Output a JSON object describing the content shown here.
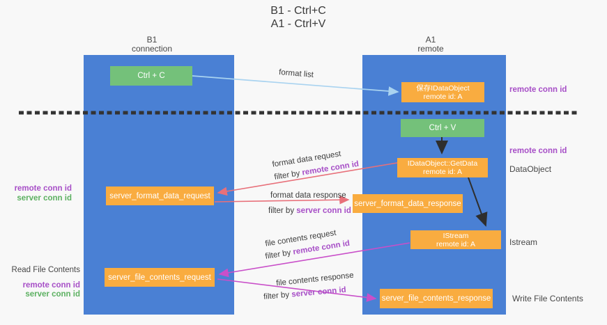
{
  "title": {
    "line1": "B1 - Ctrl+C",
    "line2": "A1 - Ctrl+V"
  },
  "lanes": {
    "left": {
      "title": "B1",
      "subtitle": "connection"
    },
    "right": {
      "title": "A1",
      "subtitle": "remote"
    }
  },
  "nodes": {
    "ctrl_c": {
      "label": "Ctrl + C"
    },
    "ctrl_v": {
      "label": "Ctrl + V"
    },
    "save_idataobject": {
      "line1": "保存IDataObject",
      "line2": "remote id: A"
    },
    "idataobject_getdata": {
      "line1": "IDataObject::GetData",
      "line2": "remote id: A"
    },
    "istream": {
      "line1": "IStream",
      "line2": "remote id: A"
    },
    "server_format_data_request": {
      "label": "server_format_data_request"
    },
    "server_format_data_response": {
      "label": "server_format_data_response"
    },
    "server_file_contents_request": {
      "label": "server_file_contents_request"
    },
    "server_file_contents_response": {
      "label": "server_file_contents_response"
    }
  },
  "arrows": {
    "format_list": {
      "label": "format list"
    },
    "format_data_request": {
      "label": "format data request",
      "filter_prefix": "filter by",
      "filter_key": "remote conn id"
    },
    "format_data_response": {
      "label": "format data response",
      "filter_prefix": "filter by",
      "filter_key": "server conn id"
    },
    "file_contents_request": {
      "label": "file contents request",
      "filter_prefix": "filter by",
      "filter_key": "remote conn id"
    },
    "file_contents_response": {
      "label": "file contents response",
      "filter_prefix": "filter by",
      "filter_key": "server conn id"
    }
  },
  "side_labels": {
    "left_format": {
      "remote": "remote conn id",
      "server": "server conn id"
    },
    "left_file": {
      "title": "Read File Contents",
      "remote": "remote conn id",
      "server": "server conn id"
    },
    "right": {
      "remote_conn_id_top": "remote conn id",
      "remote_conn_id_mid": "remote conn id",
      "dataobject": "DataObject",
      "istream": "Istream",
      "write_file_contents": "Write File Contents"
    }
  },
  "colors": {
    "lane_blue": "#4a80d4",
    "node_green": "#74c17a",
    "node_orange": "#f9ac40",
    "arrow_lightblue": "#a9d3f0",
    "arrow_black": "#2e2e2e",
    "arrow_salmon": "#e8707a",
    "arrow_magenta": "#c94fc9",
    "text_purple": "#a74fc7",
    "text_green": "#5cb061",
    "text_dark": "#3c3c3c",
    "background": "#f8f8f8"
  }
}
